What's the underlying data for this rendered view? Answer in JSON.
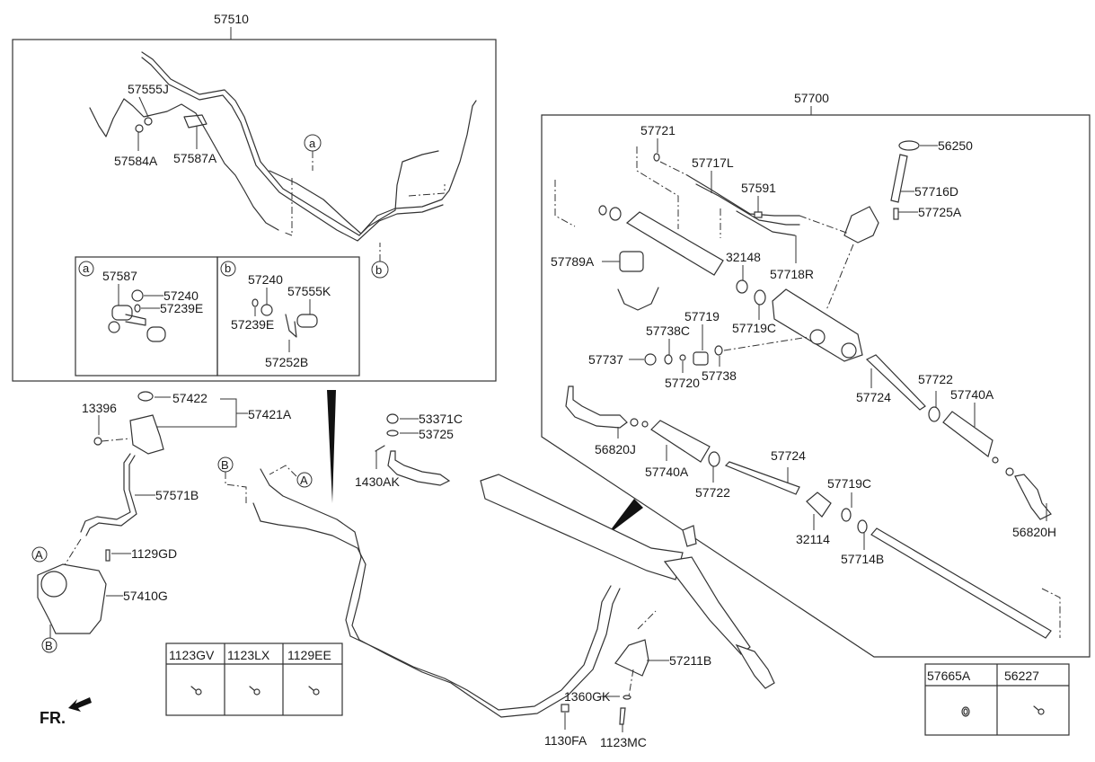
{
  "diagram": {
    "title": "Power Steering Gear Box & Hoses",
    "front_indicator": "FR.",
    "assemblies": {
      "hose_assembly": "57510",
      "gear_box_assembly": "57700",
      "reservoir_assembly": "57421A"
    },
    "hose_box_labels": {
      "p57555J": "57555J",
      "p57584A": "57584A",
      "p57587A": "57587A",
      "callout_a": "a",
      "callout_b": "b"
    },
    "detail_a": {
      "callout": "a",
      "parts": [
        "57587",
        "57240",
        "57239E"
      ]
    },
    "detail_b": {
      "callout": "b",
      "parts": [
        "57240",
        "57555K",
        "57239E",
        "57252B"
      ]
    },
    "gearbox_labels": {
      "p57721": "57721",
      "p57717L": "57717L",
      "p57591": "57591",
      "p56250": "56250",
      "p57716D": "57716D",
      "p57725A": "57725A",
      "p57789A": "57789A",
      "p32148": "32148",
      "p57718R": "57718R",
      "p57719": "57719",
      "p57719C_top": "57719C",
      "p57738C": "57738C",
      "p57737": "57737",
      "p57720": "57720",
      "p57738": "57738",
      "p57724_top": "57724",
      "p57722_right": "57722",
      "p57740A_right": "57740A",
      "p56820J": "56820J",
      "p57740A_left": "57740A",
      "p57722_left": "57722",
      "p57724_mid": "57724",
      "p57719C_mid": "57719C",
      "p32114": "32114",
      "p57714B": "57714B",
      "p56820H": "56820H"
    },
    "reservoir_labels": {
      "p57422": "57422",
      "p57421A": "57421A",
      "p13396": "13396",
      "p57571B": "57571B",
      "p1129GD": "1129GD",
      "p57410G": "57410G",
      "callout_A": "A",
      "callout_B": "B"
    },
    "rack_labels": {
      "p53371C": "53371C",
      "p53725": "53725",
      "p1430AK": "1430AK",
      "p57211B": "57211B",
      "p1360GK": "1360GK",
      "p1130FA": "1130FA",
      "p1123MC": "1123MC",
      "callout_A": "A",
      "callout_B": "B"
    },
    "fastener_table_1": {
      "columns": [
        "1123GV",
        "1123LX",
        "1129EE"
      ],
      "icons": [
        "flange-bolt-icon",
        "flange-bolt-icon",
        "flange-bolt-icon"
      ]
    },
    "fastener_table_2": {
      "columns": [
        "57665A",
        "56227"
      ],
      "icons": [
        "nut-icon",
        "flange-bolt-icon"
      ]
    }
  }
}
